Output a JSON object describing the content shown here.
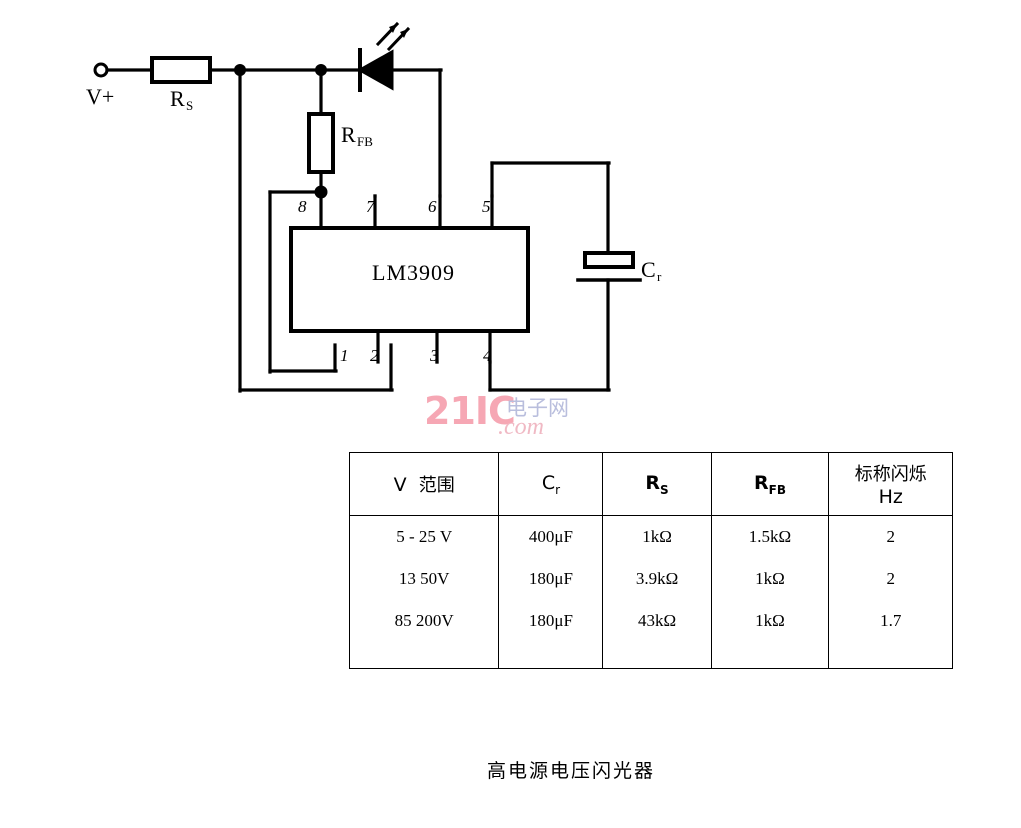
{
  "caption": "高电源电压闪光器",
  "watermark": {
    "brand": "21IC",
    "cn": "电子网",
    "domain": ".com"
  },
  "schematic": {
    "supply_terminal_label": "V+",
    "series_resistor": {
      "label": "R",
      "sub": "S"
    },
    "feedback_resistor": {
      "label": "R",
      "sub": "FB"
    },
    "capacitor": {
      "label": "C",
      "sub": "r"
    },
    "ic": {
      "part_number": "LM3909",
      "pins_top": [
        "8",
        "7",
        "6",
        "5"
      ],
      "pins_bottom": [
        "1",
        "2",
        "3",
        "4"
      ]
    },
    "led": {
      "name": "led"
    }
  },
  "table": {
    "headers": [
      {
        "main": "V",
        "cn": "范围",
        "sub": ""
      },
      {
        "main": "C",
        "cn": "",
        "sub": "r"
      },
      {
        "main": "R",
        "cn": "",
        "sub": "S"
      },
      {
        "main": "R",
        "cn": "",
        "sub": "FB"
      },
      {
        "main": "",
        "cn": "标称闪烁",
        "sub": "",
        "line2": "Hz"
      }
    ],
    "rows": [
      {
        "v_range": "5 - 25 V",
        "cr": "400μF",
        "rs": "1kΩ",
        "rfb": "1.5kΩ",
        "hz": "2"
      },
      {
        "v_range": "13    50V",
        "cr": "180μF",
        "rs": "3.9kΩ",
        "rfb": "1kΩ",
        "hz": "2"
      },
      {
        "v_range": "85   200V",
        "cr": "180μF",
        "rs": "43kΩ",
        "rfb": "1kΩ",
        "hz": "1.7"
      }
    ]
  }
}
